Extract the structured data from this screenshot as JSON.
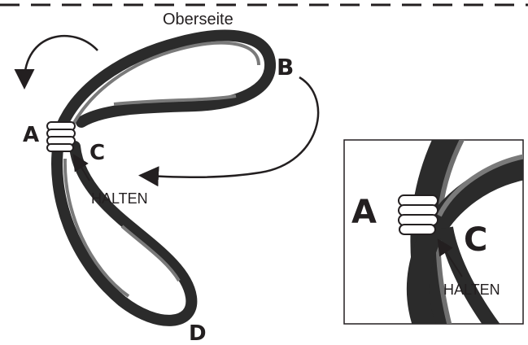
{
  "colors": {
    "strap_dark": "#2b2b2b",
    "strap_light": "#7a7a7a",
    "ink": "#231f20",
    "background": "#ffffff"
  },
  "labels": {
    "top_side": "Oberseite",
    "point_a": "A",
    "point_b": "B",
    "point_c": "C",
    "point_d": "D",
    "hold": "HALTEN"
  },
  "inset": {
    "point_a": "A",
    "point_c": "C",
    "hold": "HALTEN"
  }
}
